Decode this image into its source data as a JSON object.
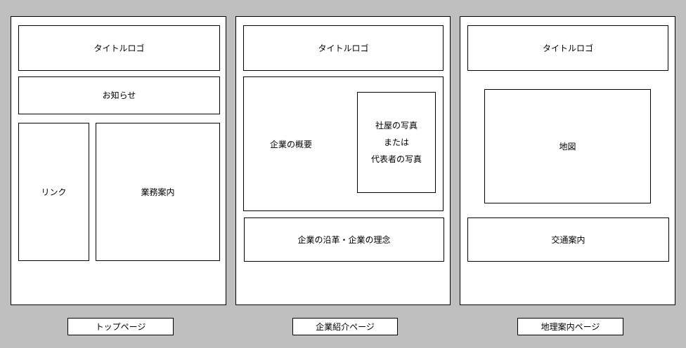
{
  "top_page": {
    "title_logo": "タイトルロゴ",
    "news": "お知らせ",
    "links": "リンク",
    "services": "業務案内",
    "caption": "トップページ"
  },
  "company_page": {
    "title_logo": "タイトルロゴ",
    "overview": "企業の概要",
    "photo_line1": "社屋の写真",
    "photo_line2": "または",
    "photo_line3": "代表者の写真",
    "history": "企業の沿革・企業の理念",
    "caption": "企業紹介ページ"
  },
  "geo_page": {
    "title_logo": "タイトルロゴ",
    "map": "地図",
    "transport": "交通案内",
    "caption": "地理案内ページ"
  }
}
